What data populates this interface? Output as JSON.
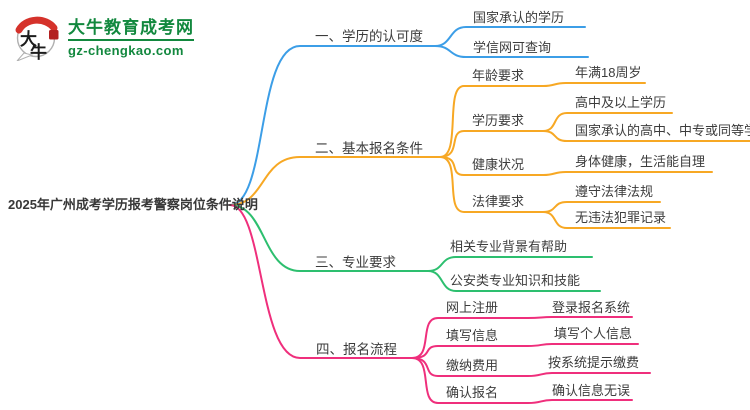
{
  "logo": {
    "bubble_char_1": "大",
    "bubble_char_2": "牛",
    "site_name": "大牛教育成考网",
    "site_domain": "gz-chengkao.com",
    "brand_green": "#12883E",
    "seal_red": "#B32020",
    "cap_red": "#D5322B"
  },
  "root": {
    "label": "2025年广州成考学历报考警察岗位条件说明"
  },
  "branches": [
    {
      "label": "一、学历的认可度",
      "color": "#3C9EE7",
      "children": [
        {
          "label": "国家承认的学历"
        },
        {
          "label": "学信网可查询"
        }
      ]
    },
    {
      "label": "二、基本报名条件",
      "color": "#F7A824",
      "children": [
        {
          "label": "年龄要求",
          "children": [
            {
              "label": "年满18周岁"
            }
          ]
        },
        {
          "label": "学历要求",
          "children": [
            {
              "label": "高中及以上学历"
            },
            {
              "label": "国家承认的高中、中专或同等学历"
            }
          ]
        },
        {
          "label": "健康状况",
          "children": [
            {
              "label": "身体健康，生活能自理"
            }
          ]
        },
        {
          "label": "法律要求",
          "children": [
            {
              "label": "遵守法律法规"
            },
            {
              "label": "无违法犯罪记录"
            }
          ]
        }
      ]
    },
    {
      "label": "三、专业要求",
      "color": "#2DBF6F",
      "children": [
        {
          "label": "相关专业背景有帮助"
        },
        {
          "label": "公安类专业知识和技能"
        }
      ]
    },
    {
      "label": "四、报名流程",
      "color": "#EF2F7C",
      "children": [
        {
          "label": "网上注册",
          "children": [
            {
              "label": "登录报名系统"
            }
          ]
        },
        {
          "label": "填写信息",
          "children": [
            {
              "label": "填写个人信息"
            }
          ]
        },
        {
          "label": "缴纳费用",
          "children": [
            {
              "label": "按系统提示缴费"
            }
          ]
        },
        {
          "label": "确认报名",
          "children": [
            {
              "label": "确认信息无误"
            }
          ]
        }
      ]
    }
  ]
}
